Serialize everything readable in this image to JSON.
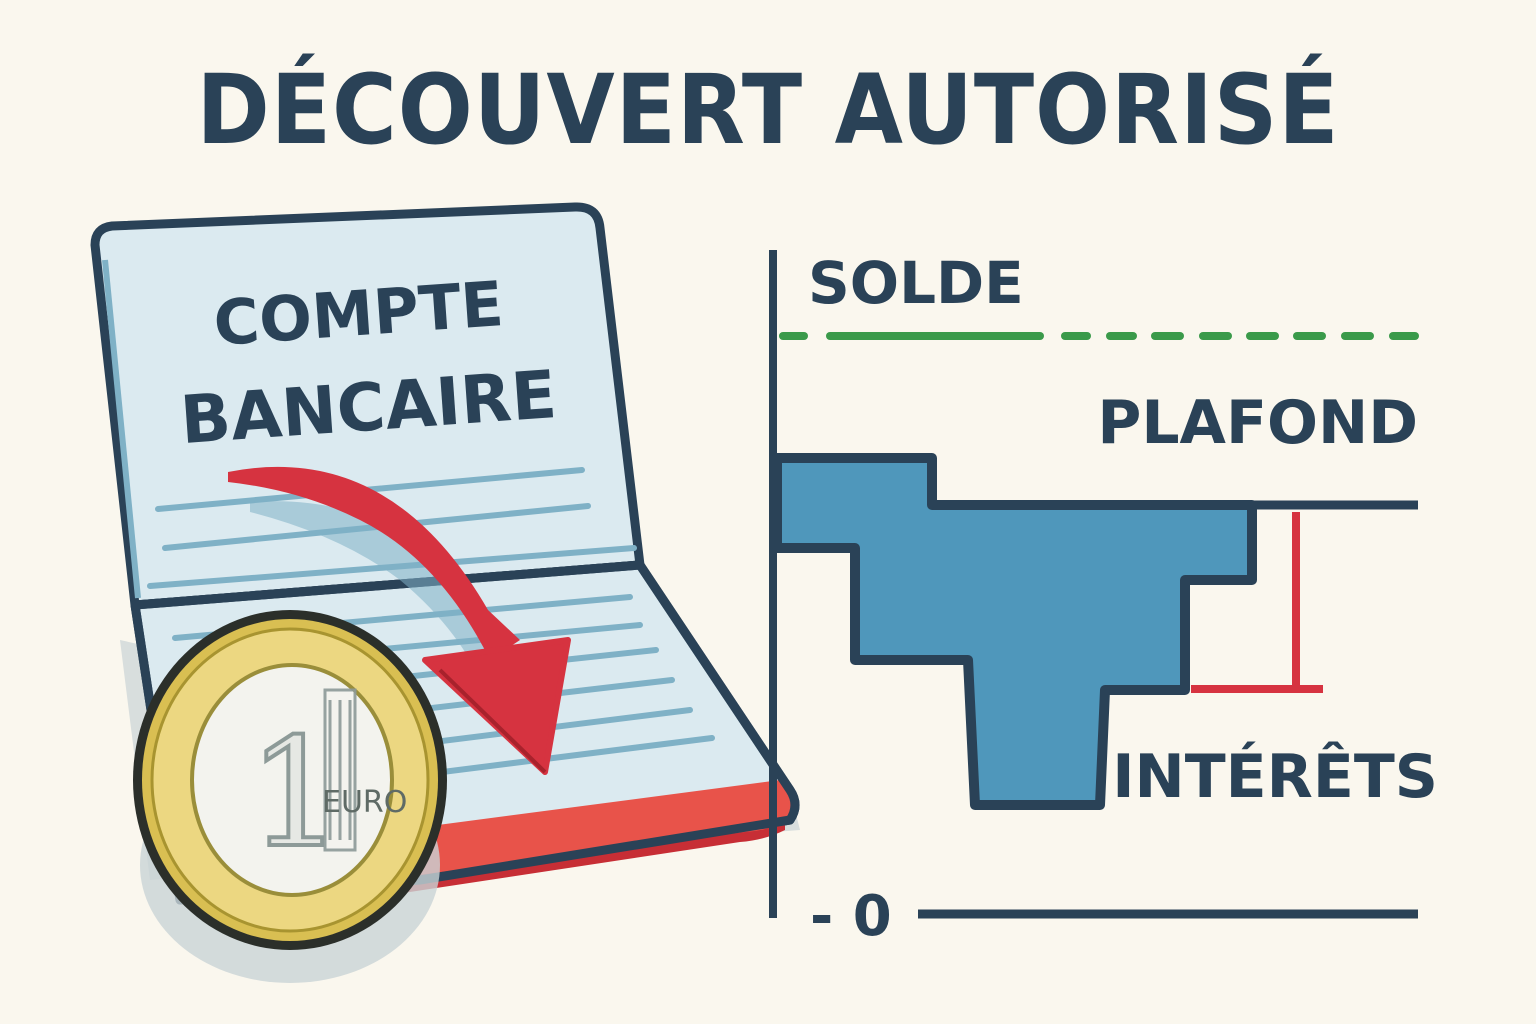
{
  "title": "DÉCOUVERT AUTORISÉ",
  "colors": {
    "background": "#faf7ee",
    "ink": "#2a4257",
    "balance_fill": "#4f97bb",
    "solde_line": "#3a9a4a",
    "interest_marker": "#d63340",
    "book_page": "#dbeaf0",
    "book_lines": "#7fb1c6",
    "arrow": "#d63340",
    "book_edge": "#e8534a",
    "coin_outer": "#e9d27a",
    "coin_inner": "#f3f3ee"
  },
  "book": {
    "label_line1": "COMPTE",
    "label_line2": "BANCAIRE"
  },
  "coin": {
    "value": "1",
    "currency": "EURO"
  },
  "chart": {
    "label_solde": "SOLDE",
    "label_plafond": "PLAFOND",
    "label_interets": "INTÉRÊTS",
    "label_zero": "- 0"
  },
  "chart_data": {
    "type": "area",
    "title": "DÉCOUVERT AUTORISÉ",
    "xlabel": "",
    "ylabel": "SOLDE",
    "annotations": [
      "SOLDE (dashed green reference line)",
      "PLAFOND (overdraft limit line)",
      "INTÉRÊTS (red bracket below limit)",
      "- 0 (baseline)"
    ],
    "description": "Stepped blue balance shape descending below the PLAFOND line, with a red bracket marking the interest zone"
  }
}
